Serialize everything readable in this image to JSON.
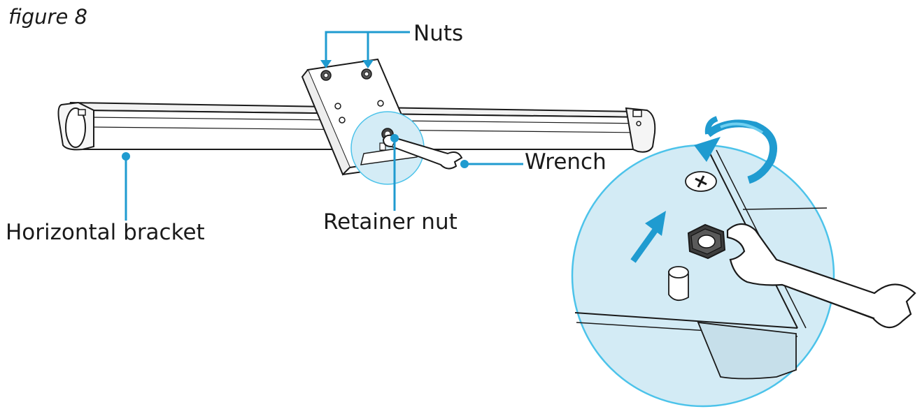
{
  "figure": {
    "title": "figure 8"
  },
  "labels": {
    "nuts": "Nuts",
    "wrench": "Wrench",
    "retainer_nut": "Retainer nut",
    "horizontal_bracket": "Horizontal bracket"
  },
  "colors": {
    "callout": "#1f9bd0",
    "detail_fill": "#cfe9f4",
    "detail_ring": "#4cc3ea",
    "line_art": "#1a1a1a"
  }
}
